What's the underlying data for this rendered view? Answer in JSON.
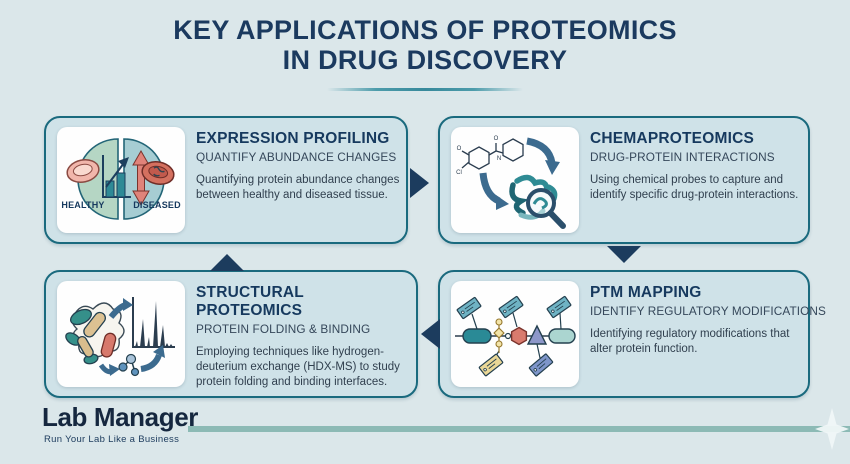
{
  "header": {
    "title_line1": "KEY APPLICATIONS OF PROTEOMICS",
    "title_line2": "IN DRUG DISCOVERY"
  },
  "cards": [
    {
      "title": "EXPRESSION PROFILING",
      "subtitle": "QUANTIFY ABUNDANCE CHANGES",
      "body": "Quantifying protein abundance changes between healthy and diseased tissue.",
      "icon": "healthy-diseased-tissue-comparison-icon",
      "icon_labels": {
        "left": "HEALTHY",
        "right": "DISEASED"
      }
    },
    {
      "title": "CHEMAPROTEOMICS",
      "subtitle": "DRUG-PROTEIN INTERACTIONS",
      "body": "Using chemical probes to capture and identify specific drug-protein interactions.",
      "icon": "chemical-probe-protein-magnifier-icon"
    },
    {
      "title": "STRUCTURAL PROTEOMICS",
      "subtitle": "PROTEIN FOLDING & BINDING",
      "body": "Employing techniques like hydrogen-deuterium exchange (HDX-MS) to study protein folding and binding interfaces.",
      "icon": "protein-structure-mass-spectrum-icon"
    },
    {
      "title": "PTM MAPPING",
      "subtitle": "IDENTIFY REGULATORY MODIFICATIONS",
      "body": "Identifying regulatory modifications that alter protein function.",
      "icon": "protein-backbone-modification-tags-icon"
    }
  ],
  "flow": {
    "arrows": [
      "right: expression-profiling to chemaproteomics",
      "down: chemaproteomics to ptm-mapping",
      "left: ptm-mapping to structural-proteomics",
      "up: structural-proteomics to expression-profiling"
    ]
  },
  "footer": {
    "logo": "Lab Manager",
    "tagline": "Run Your Lab Like a Business"
  },
  "colors": {
    "background": "#dbe7ea",
    "card_background": "#cfe2e8",
    "card_border": "#1a6a7e",
    "heading": "#16395e",
    "subtitle_text": "#35475a",
    "body_text": "#303f4e",
    "flow_arrow": "#1c3c5e",
    "footer_line": "#8cbab5",
    "healthy_tissue": "#f1b6ab",
    "diseased_tissue": "#d4705f",
    "teal_accent": "#2a8a96"
  }
}
